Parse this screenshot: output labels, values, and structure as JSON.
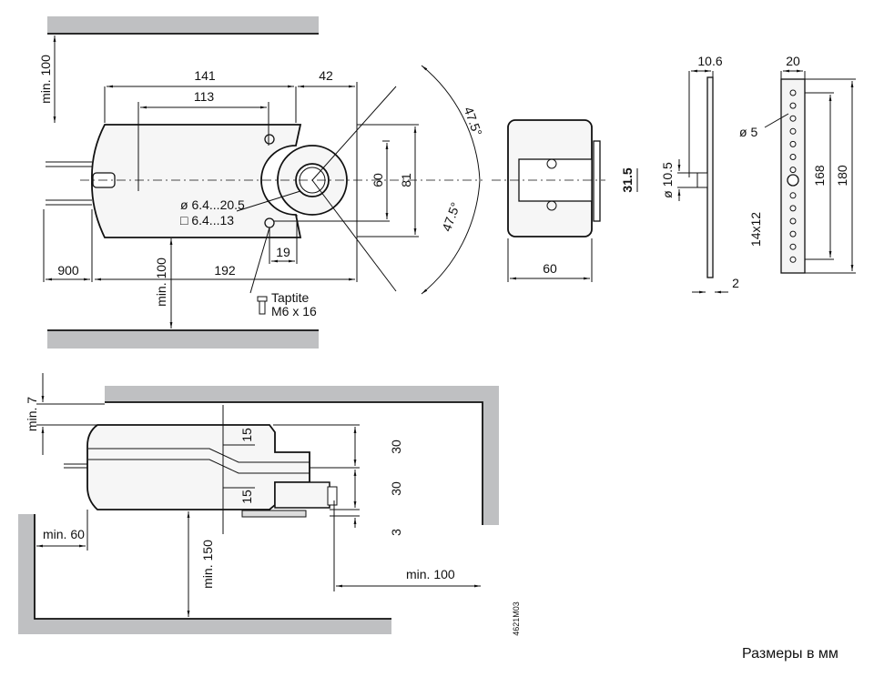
{
  "top_view": {
    "clearance_top": "min. 100",
    "clearance_bottom": "min. 100",
    "dim_141": "141",
    "dim_42": "42",
    "dim_113": "113",
    "dim_900": "900",
    "dim_192": "192",
    "dim_19": "19",
    "dim_60": "60",
    "dim_81": "81",
    "angle_upper": "47.5°",
    "angle_lower": "47.5°",
    "shaft_round": "ø 6.4...20.5",
    "shaft_square": "□ 6.4...13",
    "screw_name": "Taptite",
    "screw_size": "M6 x 16"
  },
  "side_view": {
    "dim_60": "60",
    "dim_31_5": "31.5",
    "dim_10_5": "ø 10.5"
  },
  "bracket_view": {
    "dim_10_6": "10.6",
    "dim_2": "2"
  },
  "strip_view": {
    "dim_20": "20",
    "hole": "ø 5",
    "dim_168": "168",
    "dim_180": "180",
    "pitch": "14x12"
  },
  "bottom_view": {
    "clearance_top": "min. 7",
    "clearance_left": "min. 60",
    "clearance_bottom": "min. 150",
    "clearance_right": "min. 100",
    "dim_15_a": "15",
    "dim_15_b": "15",
    "dim_30_a": "30",
    "dim_30_b": "30",
    "dim_3": "3",
    "drawing_id": "4621M03"
  },
  "caption": "Размеры в мм"
}
